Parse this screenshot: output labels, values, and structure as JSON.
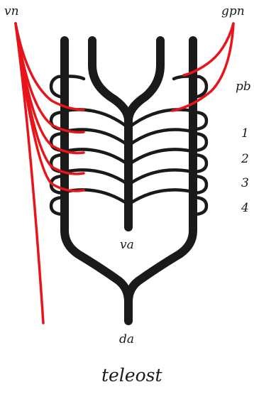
{
  "labels": {
    "vn": "vn",
    "gpn": "gpn",
    "pb": "pb",
    "arch1": "1",
    "arch2": "2",
    "arch3": "3",
    "arch4": "4",
    "va": "va",
    "da": "da",
    "caption": "teleost"
  },
  "colors": {
    "vessel": "#1a1a1a",
    "nerve": "#e8141b",
    "background": "#ffffff"
  }
}
